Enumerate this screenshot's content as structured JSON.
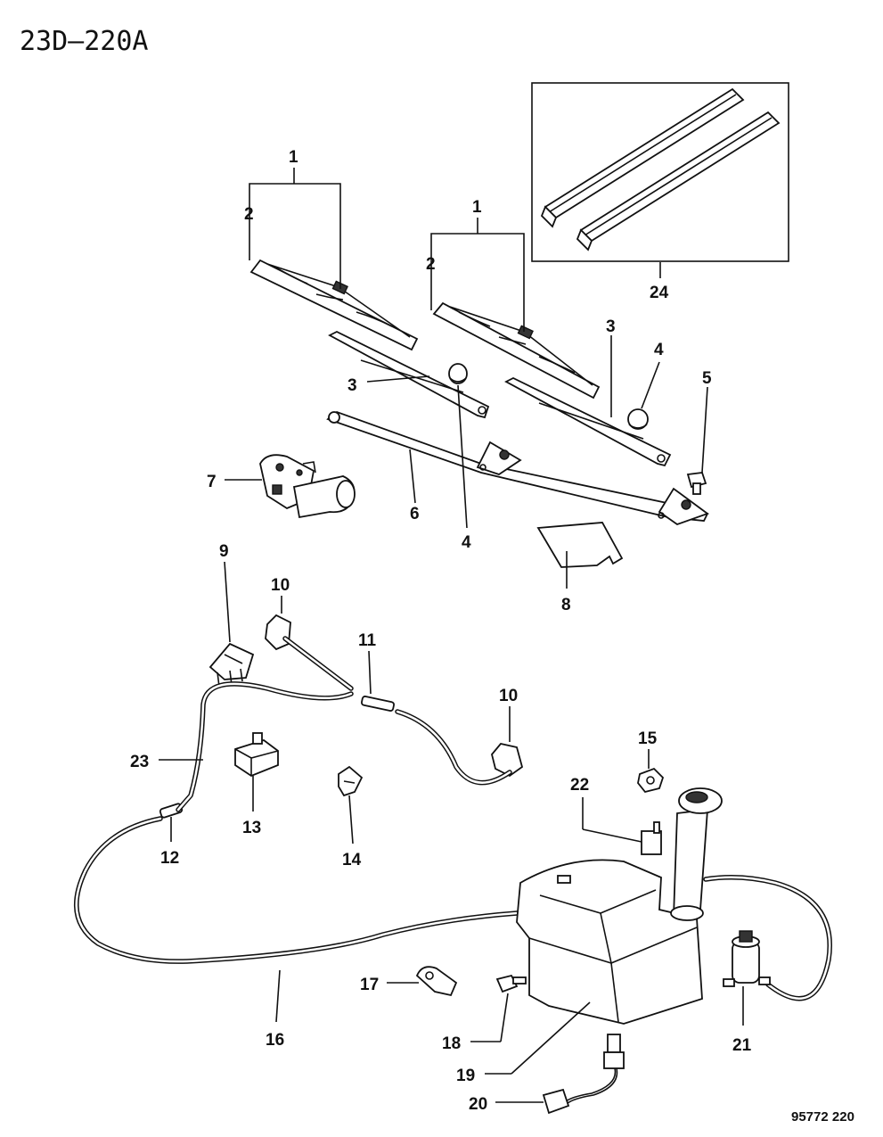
{
  "diagram_id": "23D–220A",
  "footer_code": "95772 220",
  "callouts": [
    {
      "id": "c1a",
      "text": "1"
    },
    {
      "id": "c2a",
      "text": "2"
    },
    {
      "id": "c1b",
      "text": "1"
    },
    {
      "id": "c2b",
      "text": "2"
    },
    {
      "id": "c24",
      "text": "24"
    },
    {
      "id": "c3a",
      "text": "3"
    },
    {
      "id": "c3b",
      "text": "3"
    },
    {
      "id": "c4a",
      "text": "4"
    },
    {
      "id": "c4b",
      "text": "4"
    },
    {
      "id": "c5",
      "text": "5"
    },
    {
      "id": "c6",
      "text": "6"
    },
    {
      "id": "c7",
      "text": "7"
    },
    {
      "id": "c8",
      "text": "8"
    },
    {
      "id": "c9",
      "text": "9"
    },
    {
      "id": "c10a",
      "text": "10"
    },
    {
      "id": "c10b",
      "text": "10"
    },
    {
      "id": "c11",
      "text": "11"
    },
    {
      "id": "c12",
      "text": "12"
    },
    {
      "id": "c13",
      "text": "13"
    },
    {
      "id": "c14",
      "text": "14"
    },
    {
      "id": "c15",
      "text": "15"
    },
    {
      "id": "c16",
      "text": "16"
    },
    {
      "id": "c17",
      "text": "17"
    },
    {
      "id": "c18",
      "text": "18"
    },
    {
      "id": "c19",
      "text": "19"
    },
    {
      "id": "c20",
      "text": "20"
    },
    {
      "id": "c21",
      "text": "21"
    },
    {
      "id": "c22",
      "text": "22"
    },
    {
      "id": "c23",
      "text": "23"
    }
  ]
}
